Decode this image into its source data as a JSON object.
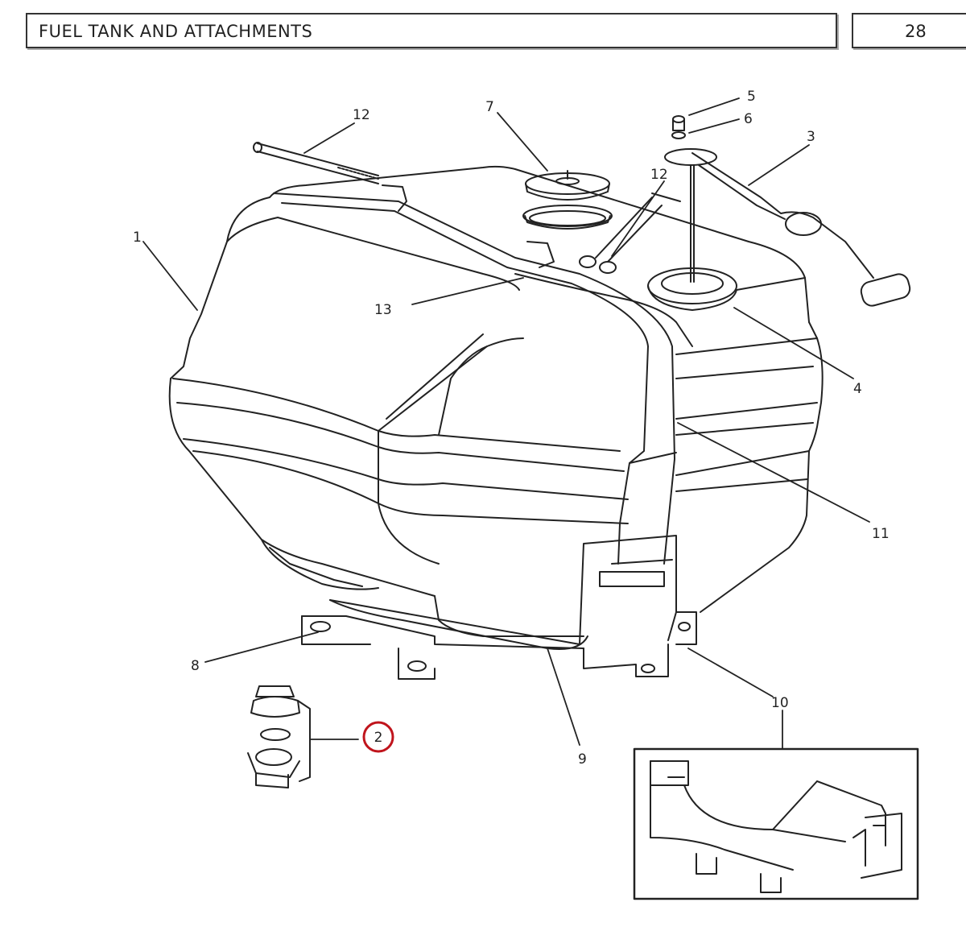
{
  "header": {
    "title": "FUEL TANK AND ATTACHMENTS",
    "page_number": "28"
  },
  "callouts": [
    {
      "id": "c1",
      "label": "1"
    },
    {
      "id": "c2",
      "label": "2"
    },
    {
      "id": "c3",
      "label": "3"
    },
    {
      "id": "c4",
      "label": "4"
    },
    {
      "id": "c5",
      "label": "5"
    },
    {
      "id": "c6",
      "label": "6"
    },
    {
      "id": "c7",
      "label": "7"
    },
    {
      "id": "c8",
      "label": "8"
    },
    {
      "id": "c9",
      "label": "9"
    },
    {
      "id": "c10",
      "label": "10"
    },
    {
      "id": "c11",
      "label": "11"
    },
    {
      "id": "c12a",
      "label": "12"
    },
    {
      "id": "c12b",
      "label": "12"
    },
    {
      "id": "c13",
      "label": "13"
    }
  ],
  "highlight": {
    "label": "2",
    "color": "#c0141c"
  },
  "colors": {
    "line": "#222222",
    "highlight": "#c0141c"
  }
}
